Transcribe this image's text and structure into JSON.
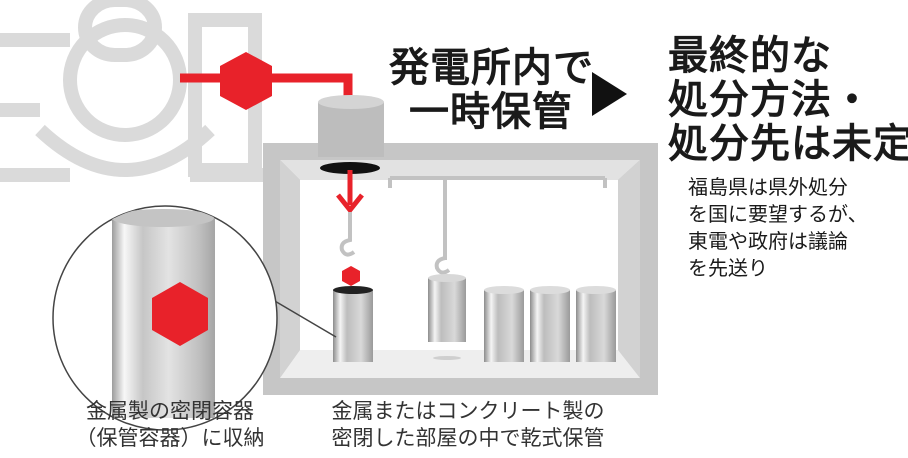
{
  "flow": {
    "current_line1": "発電所内で",
    "current_line2": "一時保管",
    "final_line1": "最終的な",
    "final_line2": "処分方法・",
    "final_line3": "処分先は未定"
  },
  "note": {
    "line1": "福島県は県外処分",
    "line2": "を国に要望するが、",
    "line3": "東電や政府は議論",
    "line4": "を先送り"
  },
  "captions": {
    "container_line1": "金属製の密閉容器",
    "container_line2": "（保管容器）に収納",
    "storage_line1": "金属またはコンクリート製の",
    "storage_line2": "密閉した部屋の中で乾式保管"
  },
  "colors": {
    "accent_red": "#e8222a",
    "building_gray": "#c8c8c8",
    "text": "#1a1a1a"
  },
  "icons": [
    "reactor-building-icon",
    "red-hexagon-icon",
    "arrow-right-icon",
    "down-arrow-icon",
    "hook-icon",
    "canister-icon"
  ]
}
